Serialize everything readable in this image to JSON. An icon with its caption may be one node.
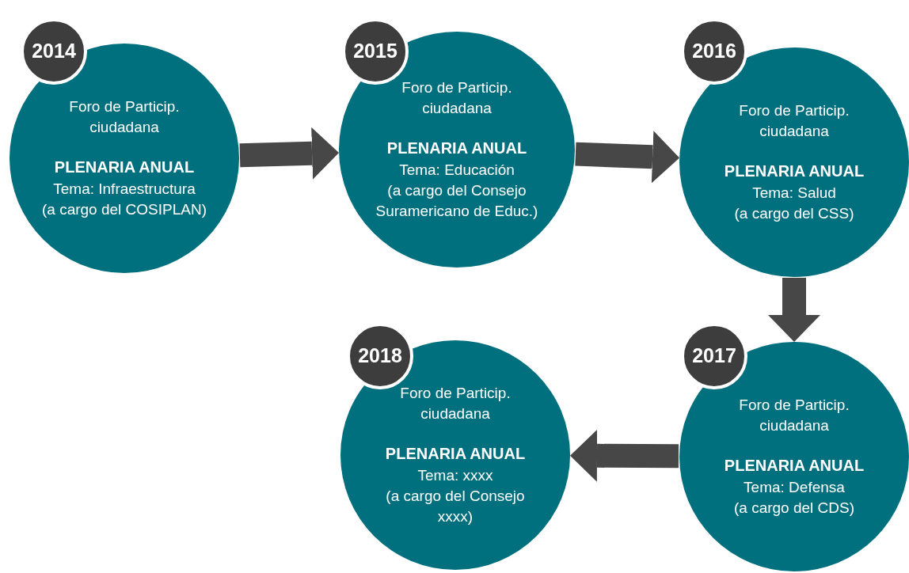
{
  "diagram": {
    "nodes": [
      {
        "text": [
          "2014"
        ]
      },
      {
        "text": [
          "Foro de Particip. ciudadana",
          "PLENARIA ANUAL",
          "Tema: Infraestructura",
          "(a cargo del COSIPLAN)"
        ]
      },
      {
        "text": [
          "2015"
        ]
      },
      {
        "text": [
          "Foro de Particip. ciudadana",
          "PLENARIA ANUAL",
          "Tema: Educación",
          "(a cargo del Consejo Suramericano de Educ.)"
        ]
      },
      {
        "text": [
          "2016"
        ]
      },
      {
        "text": [
          "Foro de Particip. ciudadana",
          "PLENARIA ANUAL",
          "Tema: Salud",
          "(a cargo del CSS)"
        ]
      },
      {
        "text": [
          "2017"
        ]
      },
      {
        "text": [
          "Foro de Particip. ciudadana",
          "PLENARIA ANUAL",
          "Tema: Defensa",
          "(a cargo del CDS)"
        ]
      },
      {
        "text": [
          "2018"
        ]
      },
      {
        "text": [
          "Foro de Particip. ciudadana",
          "PLENARIA ANUAL",
          "Tema: xxxx",
          "(a cargo del Consejo xxxx)"
        ]
      }
    ],
    "edges": [
      {
        "from": 1,
        "to": 3,
        "arrow": "to"
      },
      {
        "from": 3,
        "to": 5,
        "arrow": "to"
      },
      {
        "from": 5,
        "to": 7,
        "arrow": "to"
      },
      {
        "from": 7,
        "to": 9,
        "arrow": "to"
      }
    ]
  }
}
